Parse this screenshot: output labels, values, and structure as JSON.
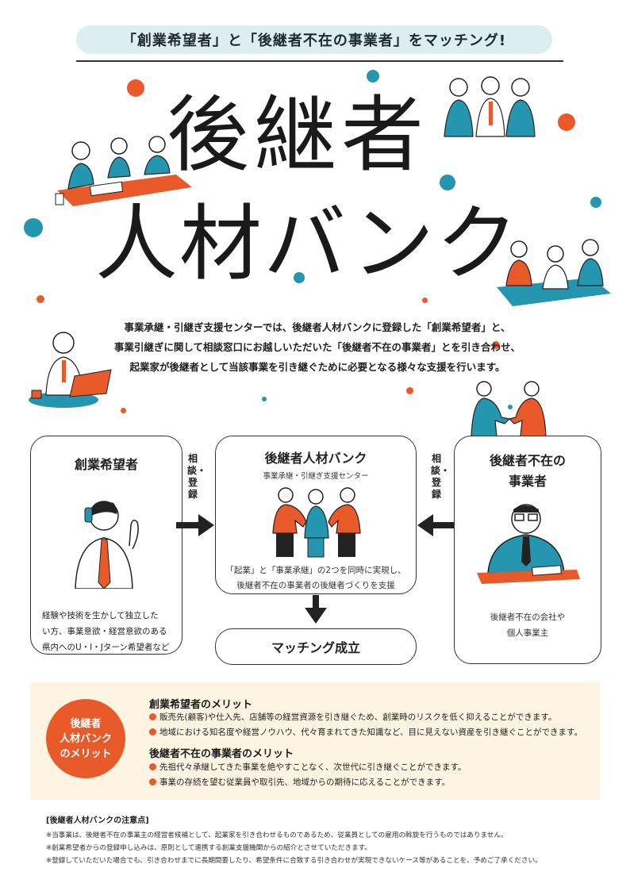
{
  "header": {
    "tagline": "「創業希望者」と「後継者不在の事業者」をマッチング!",
    "title_line1": "後継者",
    "title_line2": "人材バンク"
  },
  "intro": {
    "line1": "事業承継・引継ぎ支援センターでは、後継者人材バンクに登録した「創業希望者」と、",
    "line2": "事業引継ぎに関して相談窓口にお越しいただいた「後継者不在の事業者」とを引き合わせ、",
    "line3": "起業家が後継者として当該事業を引き継ぐために必要となる様々な支援を行います。"
  },
  "flow": {
    "left": {
      "title": "創業希望者",
      "desc1": "経験や技術を生かして独立した",
      "desc2": "い方、事業意欲・経営意欲のある",
      "desc3": "県内へのU・I・Jターン希望者など"
    },
    "label_left": "相談・登録",
    "label_right": "相談・登録",
    "middle": {
      "title": "後継者人材バンク",
      "subtitle": "事業承継・引継ぎ支援センター",
      "desc1": "「起業」と「事業承継」の2つを同時に実現し、",
      "desc2": "後継者不在の事業者の後継者づくりを支援"
    },
    "right": {
      "title1": "後継者不在の",
      "title2": "事業者",
      "desc1": "後継者不在の会社や",
      "desc2": "個人事業主"
    },
    "match": "マッチング成立"
  },
  "merit": {
    "badge1": "後継者",
    "badge2": "人材バンク",
    "badge3": "のメリット",
    "a_title": "創業希望者のメリット",
    "a1": "販売先(顧客)や仕入先、店舗等の経営資源を引き継ぐため、創業時のリスクを低く抑えることができます。",
    "a2": "地域における知名度や経営ノウハウ、代々育まれてきた知識など、目に見えない資産を引き継ぐことができます。",
    "b_title": "後継者不在の事業者のメリット",
    "b1": "先祖代々承継してきた事業を絶やすことなく、次世代に引き継ぐことができます。",
    "b2": "事業の存続を望む従業員や取引先、地域からの期待に応えることができます。"
  },
  "notes": {
    "heading": "[後継者人材バンクの注意点]",
    "n1": "※当事業は、後継者不在の事業主の経営者候補として、起業家を引き合わせるものであるため、従業員としての雇用の斡旋を行うものではありません。",
    "n2": "※創業希望者からの登録申し込みは、原則として連携する創業支援機関からの紹介とさせていただきます。",
    "n3": "※登録していただいた場合でも、引き合わせまでに長期間要したり、希望条件に合致する引き合わせが実現できないケース等があることを、予めご了承ください。"
  },
  "colors": {
    "orange": "#e95a2a",
    "teal": "#2596b0",
    "cream": "#fdf5e2",
    "pill": "#dceef0"
  }
}
